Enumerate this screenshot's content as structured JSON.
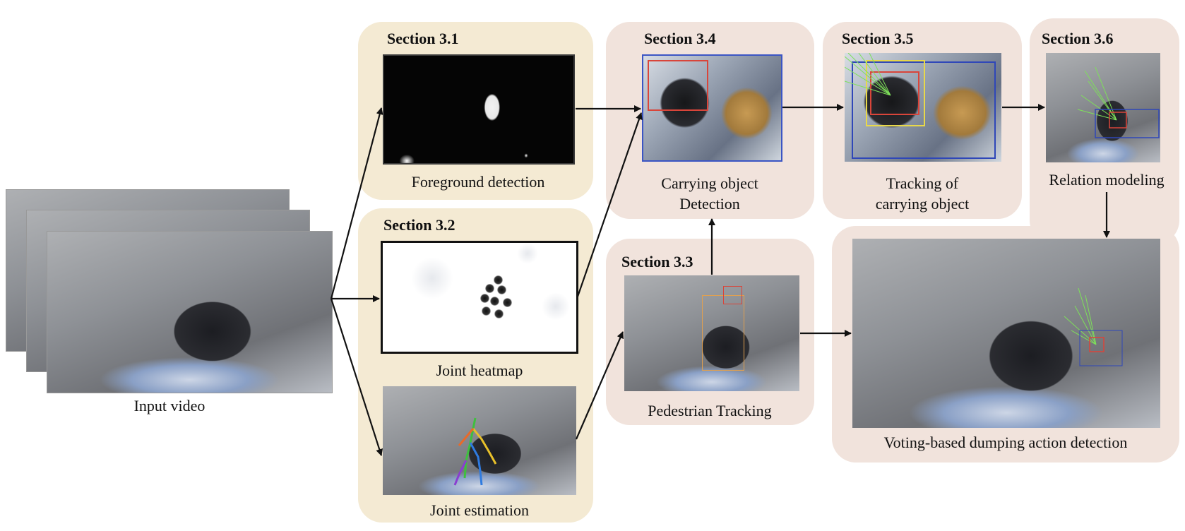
{
  "input": {
    "caption": "Input video"
  },
  "sections": {
    "s31": {
      "title": "Section 3.1",
      "caption": "Foreground detection"
    },
    "s32": {
      "title": "Section 3.2",
      "caption_heatmap": "Joint heatmap",
      "caption_joint": "Joint estimation"
    },
    "s33": {
      "title": "Section 3.3",
      "caption": "Pedestrian Tracking"
    },
    "s34": {
      "title": "Section 3.4",
      "caption_line1": "Carrying object",
      "caption_line2": "Detection"
    },
    "s35": {
      "title": "Section 3.5",
      "caption_line1": "Tracking of",
      "caption_line2": "carrying object"
    },
    "s36": {
      "title": "Section 3.6",
      "caption": "Relation modeling"
    },
    "final": {
      "caption": "Voting-based dumping action detection"
    }
  },
  "colors": {
    "yellow_panel": "#f4ead3",
    "pink_panel": "#f1e3dc",
    "arrow": "#111111",
    "box_red": "#d9453a",
    "box_blue": "#2f47b8",
    "box_yellow": "#e8d84a",
    "relation_green": "#7ee05a"
  }
}
